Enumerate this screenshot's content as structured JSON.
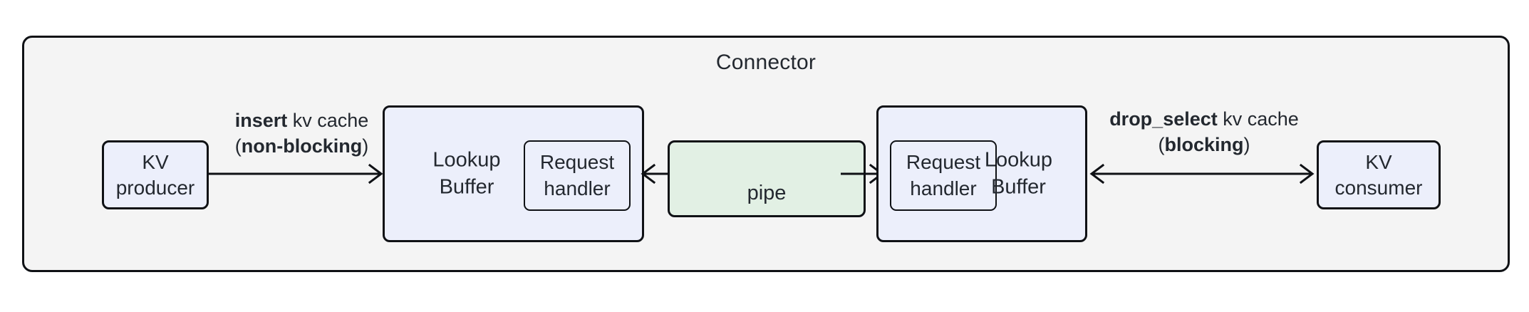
{
  "diagram": {
    "type": "architecture-flow",
    "title": "Connector",
    "background_color": "#ffffff",
    "container_fill": "#f4f4f4",
    "node_fill_blue": "#eceffb",
    "node_fill_green": "#e2f0e4",
    "stroke_color": "#0f1115"
  },
  "nodes": {
    "kv_producer": {
      "line1": "KV",
      "line2": "producer"
    },
    "kv_consumer": {
      "line1": "KV",
      "line2": "consumer"
    },
    "lookup_buffer_left": {
      "line1": "Lookup",
      "line2": "Buffer"
    },
    "lookup_buffer_right": {
      "line1": "Lookup",
      "line2": "Buffer"
    },
    "request_handler_left": {
      "line1": "Request",
      "line2": "handler"
    },
    "request_handler_right": {
      "line1": "Request",
      "line2": "handler"
    },
    "pipe": {
      "label": "pipe"
    }
  },
  "edges": {
    "insert": {
      "op": "insert",
      "rest": " kv cache",
      "mode_open": "(",
      "mode": "non-blocking",
      "mode_close": ")",
      "direction": "right"
    },
    "drop_select": {
      "op": "drop_select",
      "rest": " kv cache",
      "mode_open": "(",
      "mode": "blocking",
      "mode_close": ")",
      "direction": "bidirectional"
    }
  }
}
